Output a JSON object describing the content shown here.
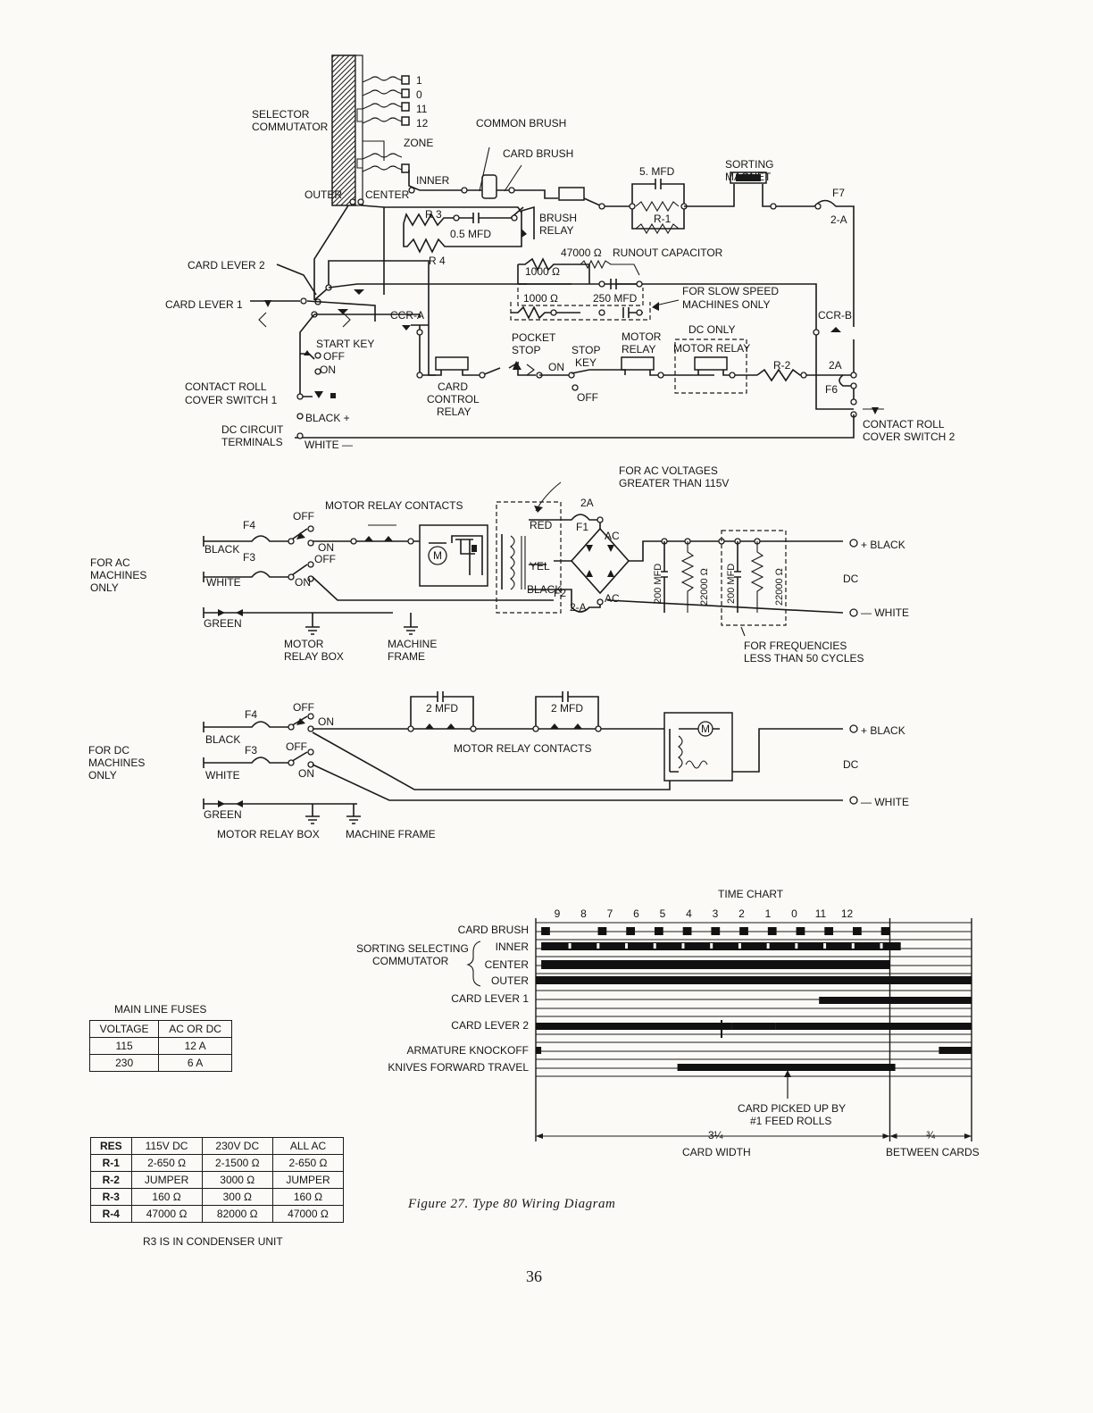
{
  "figure_caption": "Figure 27. Type 80 Wiring Diagram",
  "page_number": "36",
  "top_diagram": {
    "selector_numbers": [
      "1",
      "0",
      "11",
      "12"
    ],
    "selector_commutator": [
      "SELECTOR",
      "COMMUTATOR"
    ],
    "zone": "ZONE",
    "inner": "INNER",
    "outer": "OUTER",
    "center": "CENTER",
    "common_brush": "COMMON BRUSH",
    "card_brush": "CARD BRUSH",
    "capacitor_5mfd": "5. MFD",
    "sorting_magnet": [
      "SORTING",
      "MAGNET"
    ],
    "f7": "F7",
    "f7_rating": "2-A",
    "r1": "R-1",
    "r3": "R 3",
    "cap_05mfd": "0.5 MFD",
    "r4": "R 4",
    "brush_relay": [
      "BRUSH",
      "RELAY"
    ],
    "runout_capacitor": "RUNOUT CAPACITOR",
    "res_47000": "47000 Ω",
    "res_1000a": "1000 Ω",
    "res_1000b": "1000 Ω",
    "cap_250mfd": "250 MFD",
    "slow_speed": [
      "FOR SLOW SPEED",
      "MACHINES ONLY"
    ],
    "card_lever_2": "CARD LEVER  2",
    "card_lever_1": "CARD LEVER  1",
    "ccr_a": "CCR-A",
    "ccr_b": "CCR-B",
    "start_key": "START KEY",
    "off": "OFF",
    "on": "ON",
    "pocket_stop": [
      "POCKET",
      "STOP"
    ],
    "stop_key": [
      "STOP",
      "KEY"
    ],
    "motor_relay": [
      "MOTOR",
      "RELAY"
    ],
    "dc_only": "DC ONLY",
    "dc_motor_relay": "MOTOR RELAY",
    "r2": "R-2",
    "f6_rating": "2A",
    "f6": "F6",
    "contact_roll_1": [
      "CONTACT ROLL",
      "COVER SWITCH  1"
    ],
    "card_control_relay": [
      "CARD",
      "CONTROL",
      "RELAY"
    ],
    "black_plus": "BLACK +",
    "white_minus": "WHITE —",
    "dc_circuit_terminals": [
      "DC CIRCUIT",
      "TERMINALS"
    ],
    "contact_roll_2": [
      "CONTACT ROLL",
      "COVER SWITCH  2"
    ]
  },
  "ac_diagram": {
    "side_label": [
      "FOR AC",
      "MACHINES",
      "ONLY"
    ],
    "for_ac_voltages": [
      "FOR AC VOLTAGES",
      "GREATER THAN  115V"
    ],
    "motor_relay_contacts": "MOTOR RELAY CONTACTS",
    "f4": "F4",
    "f3": "F3",
    "off": "OFF",
    "on": "ON",
    "black": "BLACK",
    "white": "WHITE",
    "green": "GREEN",
    "red": "RED",
    "yel": "YEL",
    "xblack": "BLACK",
    "fuse_2a_top": "2A",
    "fuse_2a_bot": "2-A",
    "f1": "F1",
    "f2": "F2",
    "ac_top": "AC",
    "ac_bot": "AC",
    "cap_200mfd_a": "200 MFD",
    "res_22000_a": "22000 Ω",
    "cap_200mfd_b": "200 MFD",
    "res_22000_b": "22000 Ω",
    "out_black": "+ BLACK",
    "dc": "DC",
    "out_white": "— WHITE",
    "motor_relay_box": [
      "MOTOR",
      "RELAY BOX"
    ],
    "machine_frame": [
      "MACHINE",
      "FRAME"
    ],
    "for_frequencies": [
      "FOR FREQUENCIES",
      "LESS THAN 50 CYCLES"
    ],
    "motor_symbol": "M"
  },
  "dc_diagram": {
    "side_label": [
      "FOR DC",
      "MACHINES",
      "ONLY"
    ],
    "f4": "F4",
    "f3": "F3",
    "off_a": "OFF",
    "on_a": "ON",
    "off_b": "OFF",
    "on_b": "ON",
    "black": "BLACK",
    "white": "WHITE",
    "green": "GREEN",
    "cap_a": "2 MFD",
    "cap_b": "2 MFD",
    "motor_relay_contacts": "MOTOR RELAY CONTACTS",
    "out_black": "+ BLACK",
    "dc": "DC",
    "out_white": "— WHITE",
    "motor_relay_box": "MOTOR RELAY BOX",
    "machine_frame": "MACHINE FRAME",
    "motor_symbol": "M"
  },
  "time_chart": {
    "title": "TIME CHART",
    "columns": [
      "9",
      "8",
      "7",
      "6",
      "5",
      "4",
      "3",
      "2",
      "1",
      "0",
      "11",
      "12"
    ],
    "rows": [
      "CARD BRUSH",
      "INNER",
      "CENTER",
      "OUTER",
      "CARD LEVER  1",
      "CARD LEVER  2",
      "ARMATURE KNOCKOFF",
      "KNIVES FORWARD TRAVEL"
    ],
    "group_label": [
      "SORTING SELECTING",
      "COMMUTATOR"
    ],
    "annotation": [
      "CARD PICKED UP BY",
      "#1 FEED ROLLS"
    ],
    "card_width_value": "3¼",
    "card_width": "CARD WIDTH",
    "between_value": "¾",
    "between_cards": "BETWEEN CARDS",
    "bars": [
      {
        "row": 0,
        "segments": [
          [
            0.05,
            0.13
          ],
          [
            0.57,
            0.65
          ],
          [
            0.83,
            0.91
          ],
          [
            1.09,
            1.17
          ],
          [
            1.35,
            1.43
          ],
          [
            1.61,
            1.69
          ],
          [
            1.87,
            1.95
          ],
          [
            2.13,
            2.21
          ],
          [
            2.39,
            2.47
          ],
          [
            2.65,
            2.73
          ],
          [
            2.91,
            2.99
          ],
          [
            3.17,
            3.25
          ]
        ]
      },
      {
        "row": 1,
        "segments": [
          [
            0.05,
            3.35
          ]
        ],
        "gaps_every": 0.26
      },
      {
        "row": 2,
        "segments": [
          [
            0.05,
            3.25
          ]
        ]
      },
      {
        "row": 3,
        "segments": [
          [
            0,
            4.0
          ]
        ]
      },
      {
        "row": 4,
        "segments": [
          [
            2.6,
            2.75
          ],
          [
            2.75,
            4.0
          ]
        ]
      },
      {
        "row": 5,
        "segments": [
          [
            0,
            1.8
          ],
          [
            1.8,
            2.2
          ],
          [
            2.2,
            4.0
          ]
        ]
      },
      {
        "row": 6,
        "segments": [
          [
            0,
            0.05
          ],
          [
            3.7,
            4.0
          ]
        ]
      },
      {
        "row": 7,
        "segments": [
          [
            1.3,
            3.3
          ]
        ]
      }
    ]
  },
  "main_line_fuses": {
    "title": "MAIN LINE FUSES",
    "headers": [
      "VOLTAGE",
      "AC OR DC"
    ],
    "rows": [
      [
        "115",
        "12 A"
      ],
      [
        "230",
        "6 A"
      ]
    ]
  },
  "resistor_table": {
    "headers": [
      "RES",
      "115V DC",
      "230V DC",
      "ALL AC"
    ],
    "rows": [
      [
        "R-1",
        "2-650 Ω",
        "2-1500 Ω",
        "2-650 Ω"
      ],
      [
        "R-2",
        "JUMPER",
        "3000 Ω",
        "JUMPER"
      ],
      [
        "R-3",
        "160 Ω",
        "300 Ω",
        "160 Ω"
      ],
      [
        "R-4",
        "47000 Ω",
        "82000 Ω",
        "47000 Ω"
      ]
    ],
    "note": "R3 IS IN CONDENSER UNIT"
  }
}
